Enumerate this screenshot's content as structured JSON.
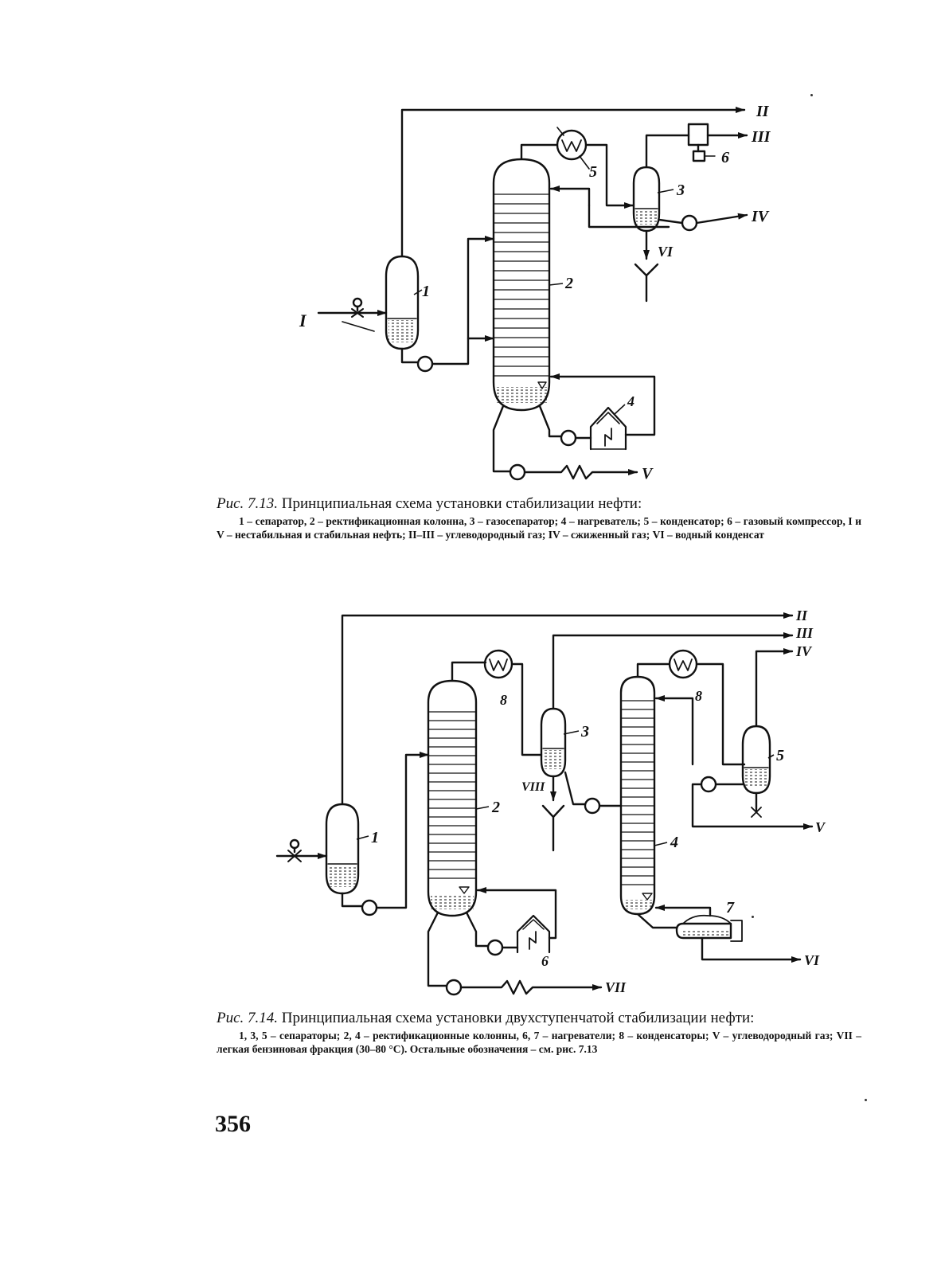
{
  "fig13": {
    "labels": {
      "separator": "1",
      "column": "2",
      "gas_separator": "3",
      "heater": "4",
      "condenser": "5",
      "compressor": "6",
      "in_unstable_oil": "I",
      "out_gas_II": "II",
      "out_gas_III": "III",
      "out_liquefied_gas": "IV",
      "out_stable_oil": "V",
      "out_water": "VI"
    },
    "caption": {
      "prefix": "Рис. 7.13.",
      "title": "Принципиальная схема установки стабилизации нефти:",
      "body": "1 – сепаратор, 2 – ректификационная колонна, 3 – газосепаратор; 4 – нагреватель; 5 – конденсатор; 6 – газовый компрессор, I и V – нестабильная и стабильная нефть; II–III – углеводородный газ; IV – сжиженный газ; VI – водный конденсат"
    }
  },
  "fig14": {
    "labels": {
      "separator1": "1",
      "column2": "2",
      "separator3": "3",
      "column4": "4",
      "separator5": "5",
      "heater6": "6",
      "heater7": "7",
      "condenser8a": "8",
      "condenser8b": "8",
      "in_oil": "",
      "out_II": "II",
      "out_III": "III",
      "out_IV": "IV",
      "out_V": "V",
      "out_VI": "VI",
      "out_VII": "VII",
      "out_VIII": "VIII"
    },
    "caption": {
      "prefix": "Рис. 7.14.",
      "title": "Принципиальная схема установки двухступенчатой стабилизации нефти:",
      "body": "1, 3, 5 – сепараторы; 2, 4 – ректификационные колонны, 6, 7 – нагреватели; 8 – конденсаторы; V – углеводородный газ; VII – легкая бензиновая фракция (30–80 °С). Остальные обозначения – см. рис. 7.13"
    }
  },
  "page_number": "356"
}
